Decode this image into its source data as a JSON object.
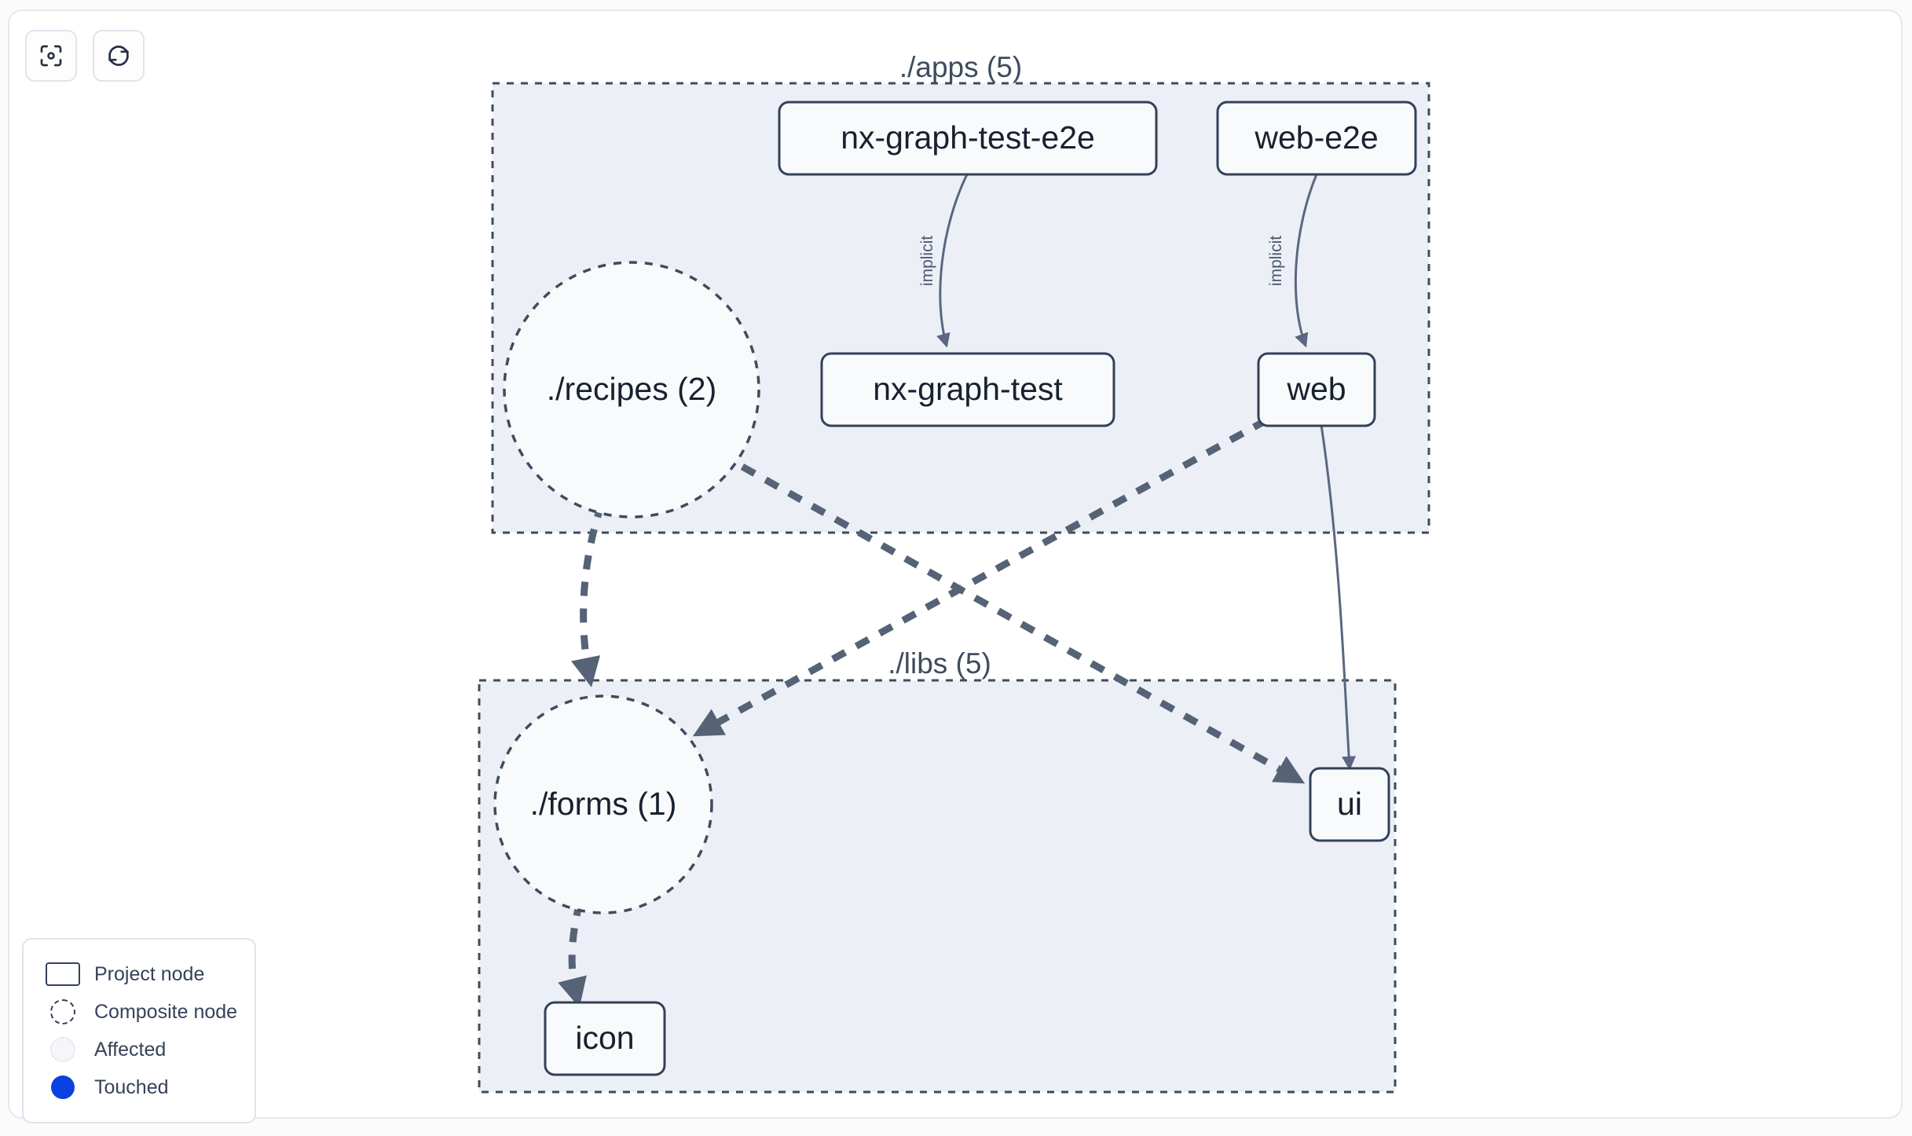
{
  "toolbar": {
    "buttons": [
      {
        "name": "focus-graph-button",
        "icon": "viewfinder-icon",
        "title": "Focus graph"
      },
      {
        "name": "refresh-graph-button",
        "icon": "refresh-icon",
        "title": "Refresh graph"
      }
    ]
  },
  "graph": {
    "groups": [
      {
        "id": "apps",
        "label": "./apps (5)"
      },
      {
        "id": "libs",
        "label": "./libs (5)"
      }
    ],
    "nodes": [
      {
        "id": "nx-graph-test-e2e",
        "label": "nx-graph-test-e2e",
        "type": "project",
        "group": "apps"
      },
      {
        "id": "web-e2e",
        "label": "web-e2e",
        "type": "project",
        "group": "apps"
      },
      {
        "id": "recipes",
        "label": "./recipes (2)",
        "type": "composite",
        "group": "apps"
      },
      {
        "id": "nx-graph-test",
        "label": "nx-graph-test",
        "type": "project",
        "group": "apps"
      },
      {
        "id": "web",
        "label": "web",
        "type": "project",
        "group": "apps"
      },
      {
        "id": "forms",
        "label": "./forms (1)",
        "type": "composite",
        "group": "libs"
      },
      {
        "id": "ui",
        "label": "ui",
        "type": "project",
        "group": "libs"
      },
      {
        "id": "icon",
        "label": "icon",
        "type": "project",
        "group": "libs"
      }
    ],
    "edges": [
      {
        "from": "nx-graph-test-e2e",
        "to": "nx-graph-test",
        "label": "implicit",
        "style": "implicit"
      },
      {
        "from": "web-e2e",
        "to": "web",
        "label": "implicit",
        "style": "implicit"
      },
      {
        "from": "web",
        "to": "ui",
        "label": "",
        "style": "implicit"
      },
      {
        "from": "recipes",
        "to": "forms",
        "label": "",
        "style": "static"
      },
      {
        "from": "recipes",
        "to": "ui",
        "label": "",
        "style": "static"
      },
      {
        "from": "web",
        "to": "forms",
        "label": "",
        "style": "static"
      },
      {
        "from": "forms",
        "to": "icon",
        "label": "",
        "style": "static"
      }
    ]
  },
  "legend": {
    "items": [
      {
        "swatch": "project-node-swatch",
        "label": "Project node"
      },
      {
        "swatch": "composite-node-swatch",
        "label": "Composite node"
      },
      {
        "swatch": "affected-swatch",
        "label": "Affected"
      },
      {
        "swatch": "touched-swatch",
        "label": "Touched"
      }
    ]
  },
  "colors": {
    "group_fill": "#ecf0f6",
    "group_border": "#3f4c5e",
    "node_fill": "#f9fafb",
    "node_border": "#33415a",
    "edge_static": "#566276",
    "edge_implicit": "#5b6781",
    "touched": "#0b41e0",
    "canvas": "#ffffff"
  }
}
